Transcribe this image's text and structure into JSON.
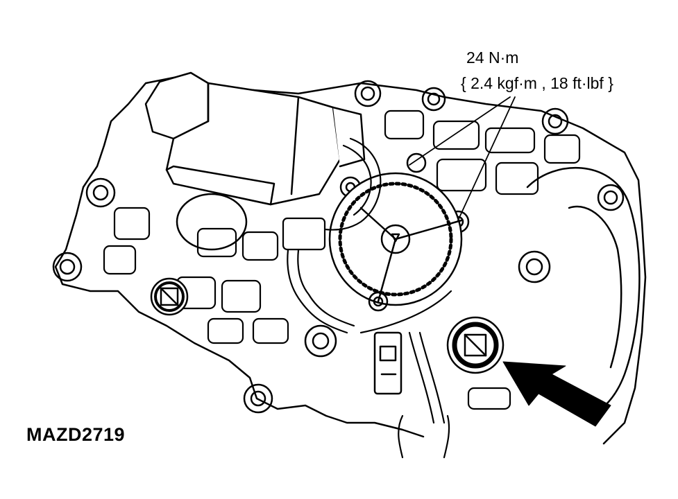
{
  "torque_spec": {
    "line1": "24 N·m",
    "line2": "{ 2.4 kgf·m , 18 ft·lbf }"
  },
  "figure_code": "MAZD2719",
  "colors": {
    "ink": "#000000",
    "paper": "#ffffff"
  }
}
